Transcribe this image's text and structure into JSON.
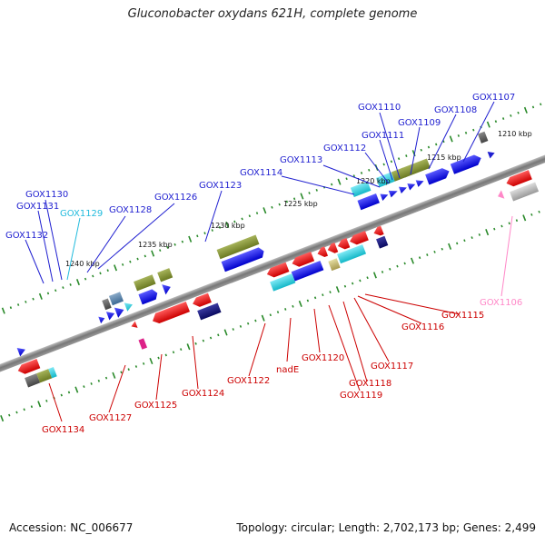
{
  "title": "Gluconobacter oxydans 621H, complete genome",
  "footer": {
    "accession": "Accession: NC_006677",
    "summary": "Topology: circular; Length: 2,702,173 bp; Genes: 2,499"
  },
  "colors": {
    "backbone": "#888888",
    "forward_label": "#1f1fd0",
    "reverse_label": "#cc0000",
    "rna_forward_label": "#22bbdd",
    "rna_reverse_label": "#ff88c8",
    "tick": "#2a8a2a"
  },
  "kbp_labels": [
    "1210 kbp",
    "1215 kbp",
    "1220 kbp",
    "1225 kbp",
    "1230 kbp",
    "1235 kbp",
    "1240 kbp"
  ],
  "forward_genes": [
    {
      "label": "GOX1107",
      "color": "forward_label"
    },
    {
      "label": "GOX1108",
      "color": "forward_label"
    },
    {
      "label": "GOX1109",
      "color": "forward_label"
    },
    {
      "label": "GOX1110",
      "color": "forward_label"
    },
    {
      "label": "GOX1111",
      "color": "forward_label"
    },
    {
      "label": "GOX1112",
      "color": "forward_label"
    },
    {
      "label": "GOX1113",
      "color": "forward_label"
    },
    {
      "label": "GOX1114",
      "color": "forward_label"
    },
    {
      "label": "GOX1123",
      "color": "forward_label"
    },
    {
      "label": "GOX1126",
      "color": "forward_label"
    },
    {
      "label": "GOX1128",
      "color": "forward_label"
    },
    {
      "label": "GOX1129",
      "color": "rna_forward_label"
    },
    {
      "label": "GOX1130",
      "color": "forward_label"
    },
    {
      "label": "GOX1131",
      "color": "forward_label"
    },
    {
      "label": "GOX1132",
      "color": "forward_label"
    }
  ],
  "reverse_genes": [
    {
      "label": "GOX1106",
      "color": "rna_reverse_label"
    },
    {
      "label": "GOX1115",
      "color": "reverse_label"
    },
    {
      "label": "GOX1116",
      "color": "reverse_label"
    },
    {
      "label": "GOX1117",
      "color": "reverse_label"
    },
    {
      "label": "GOX1118",
      "color": "reverse_label"
    },
    {
      "label": "GOX1119",
      "color": "reverse_label"
    },
    {
      "label": "GOX1120",
      "color": "reverse_label"
    },
    {
      "label": "nadE",
      "color": "reverse_label"
    },
    {
      "label": "GOX1122",
      "color": "reverse_label"
    },
    {
      "label": "GOX1124",
      "color": "reverse_label"
    },
    {
      "label": "GOX1125",
      "color": "reverse_label"
    },
    {
      "label": "GOX1127",
      "color": "reverse_label"
    },
    {
      "label": "GOX1134",
      "color": "reverse_label"
    }
  ]
}
